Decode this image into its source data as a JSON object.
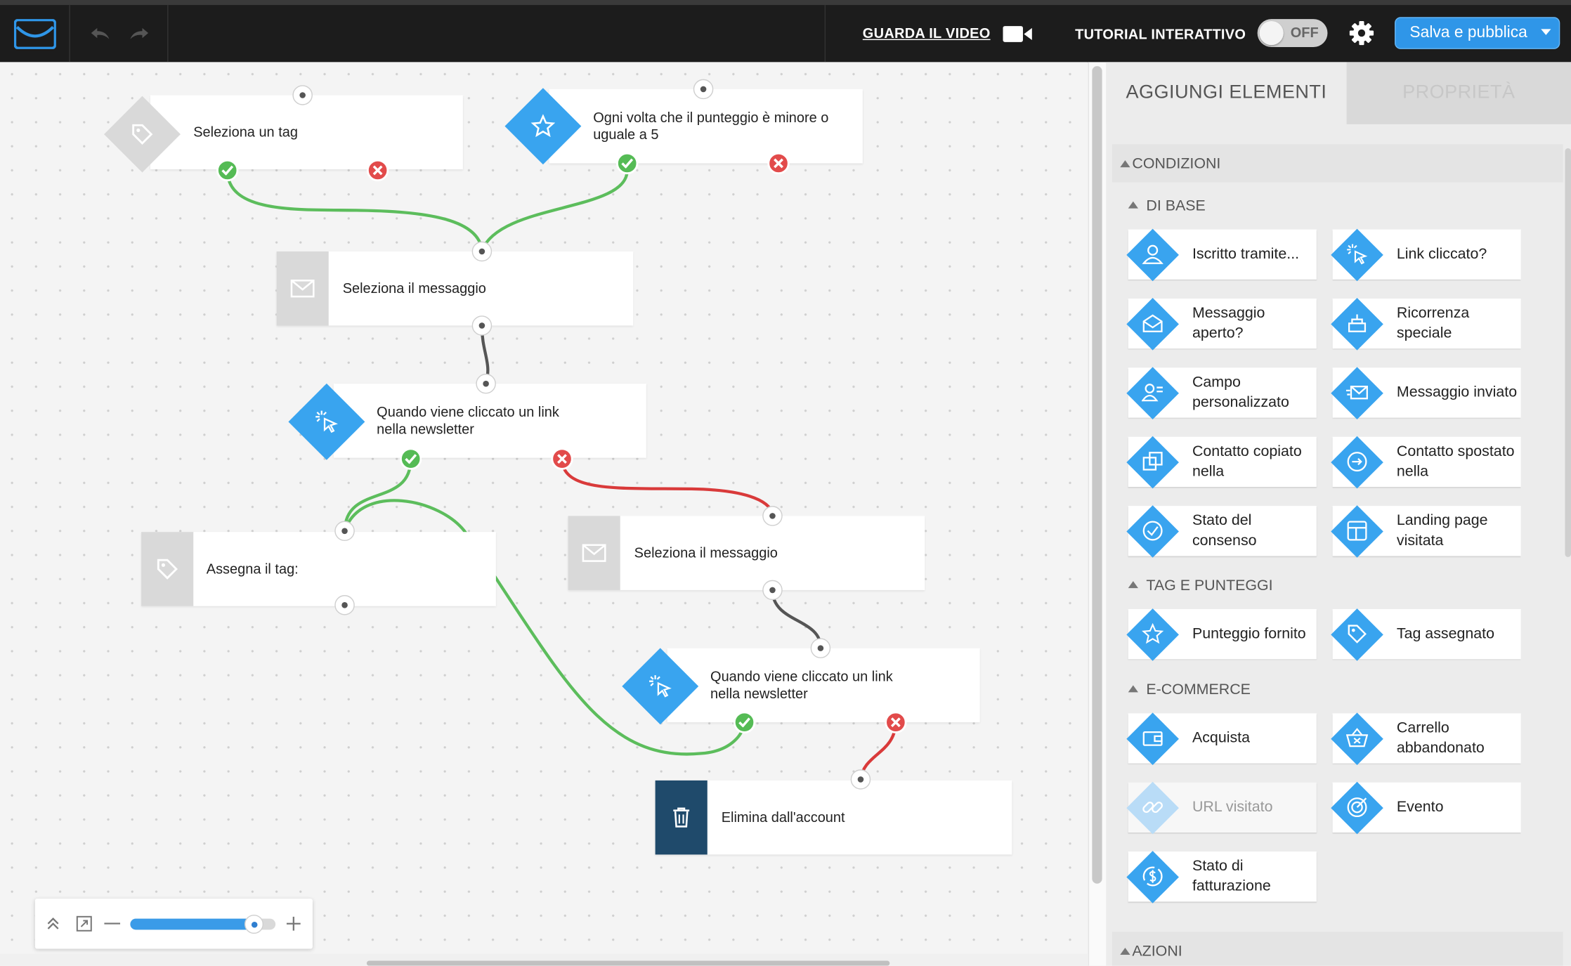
{
  "app": {
    "accent": "#39a4ef"
  },
  "topbar": {
    "video_link": "GUARDA IL VIDEO",
    "tutorial_label": "TUTORIAL INTERATTIVO",
    "toggle_state": "OFF",
    "publish_label": "Salva e pubblica"
  },
  "canvas": {
    "nodes": {
      "tag_select": "Seleziona un tag",
      "score_cond": "Ogni volta che il punteggio è minore o uguale a 5",
      "message_select_1": "Seleziona il messaggio",
      "link_click_1": "Quando viene cliccato un link nella newsletter",
      "assign_tag": "Assegna il tag:",
      "message_select_2": "Seleziona il messaggio",
      "link_click_2": "Quando viene cliccato un link nella newsletter",
      "delete_account": "Elimina dall'account"
    },
    "zoom_level": 0.85
  },
  "panel": {
    "tab_add": "AGGIUNGI ELEMENTI",
    "tab_properties": "PROPRIETÀ",
    "section_conditions": "CONDIZIONI",
    "sub_base": "DI BASE",
    "base_items": [
      "Iscritto tramite...",
      "Link cliccato?",
      "Messaggio aperto?",
      "Ricorrenza speciale",
      "Campo personalizzato",
      "Messaggio inviato",
      "Contatto copiato nella",
      "Contatto spostato nella",
      "Stato del consenso",
      "Landing page visitata"
    ],
    "sub_tags": "TAG E PUNTEGGI",
    "tag_items": [
      "Punteggio fornito",
      "Tag assegnato"
    ],
    "sub_ecommerce": "E-COMMERCE",
    "ecom_items": [
      "Acquista",
      "Carrello abbandonato",
      "URL visitato",
      "Evento",
      "Stato di fatturazione"
    ],
    "section_actions": "AZIONI"
  }
}
